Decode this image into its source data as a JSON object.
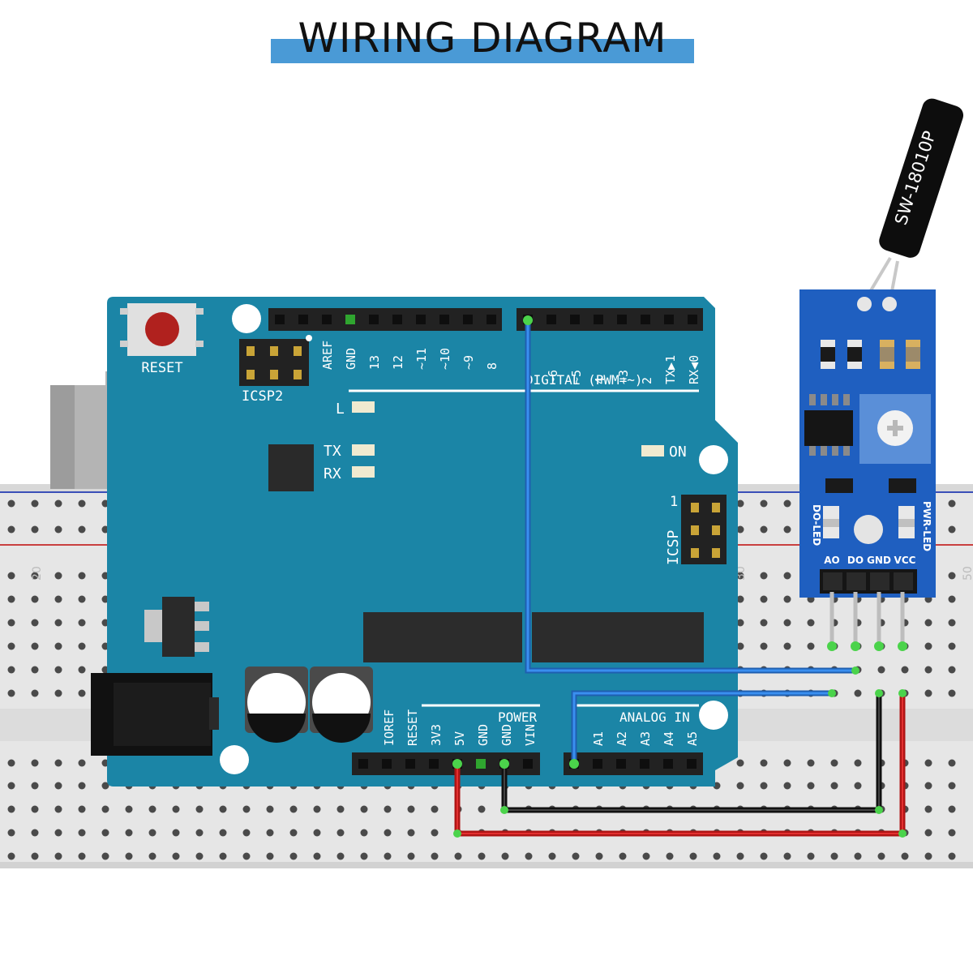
{
  "title": "WIRING DIAGRAM",
  "arduino": {
    "reset_label": "RESET",
    "icsp2_label": "ICSP2",
    "icsp_label": "ICSP",
    "icsp_pin1": "1",
    "digital_label": "DIGITAL (PWM=~)",
    "power_label": "POWER",
    "analog_label": "ANALOG IN",
    "led_l": "L",
    "led_tx": "TX",
    "led_rx": "RX",
    "led_on": "ON",
    "digital_pins_left": [
      "AREF",
      "GND",
      "13",
      "12",
      "~11",
      "~10",
      "~9",
      "8"
    ],
    "digital_pins_right": [
      "~6",
      "~5",
      "4",
      "~3",
      "2",
      "TX▶1",
      "RX◀0"
    ],
    "power_pins": [
      "IOREF",
      "RESET",
      "3V3",
      "5V",
      "GND",
      "GND",
      "VIN"
    ],
    "analog_pins": [
      "A1",
      "A2",
      "A3",
      "A4",
      "A5"
    ]
  },
  "sensor": {
    "part_label": "SW-18010P",
    "do_led_label": "DO-LED",
    "pwr_led_label": "PWR-LED",
    "pin_labels": [
      "AO",
      "DO",
      "GND",
      "VCC"
    ]
  },
  "breadboard": {
    "row_numbers": [
      "20",
      "30",
      "50"
    ]
  },
  "colors": {
    "board": "#1b85a6",
    "sensor_board": "#1f5fc0",
    "wire_signal": "#2a7de1",
    "wire_ground": "#1a1a1a",
    "wire_power": "#d11b1b",
    "breadboard": "#e9e9e9"
  },
  "connections": [
    {
      "from": "DO",
      "to": "D7"
    },
    {
      "from": "AO",
      "to": "A0"
    },
    {
      "from": "GND",
      "to": "GND"
    },
    {
      "from": "VCC",
      "to": "5V"
    }
  ]
}
